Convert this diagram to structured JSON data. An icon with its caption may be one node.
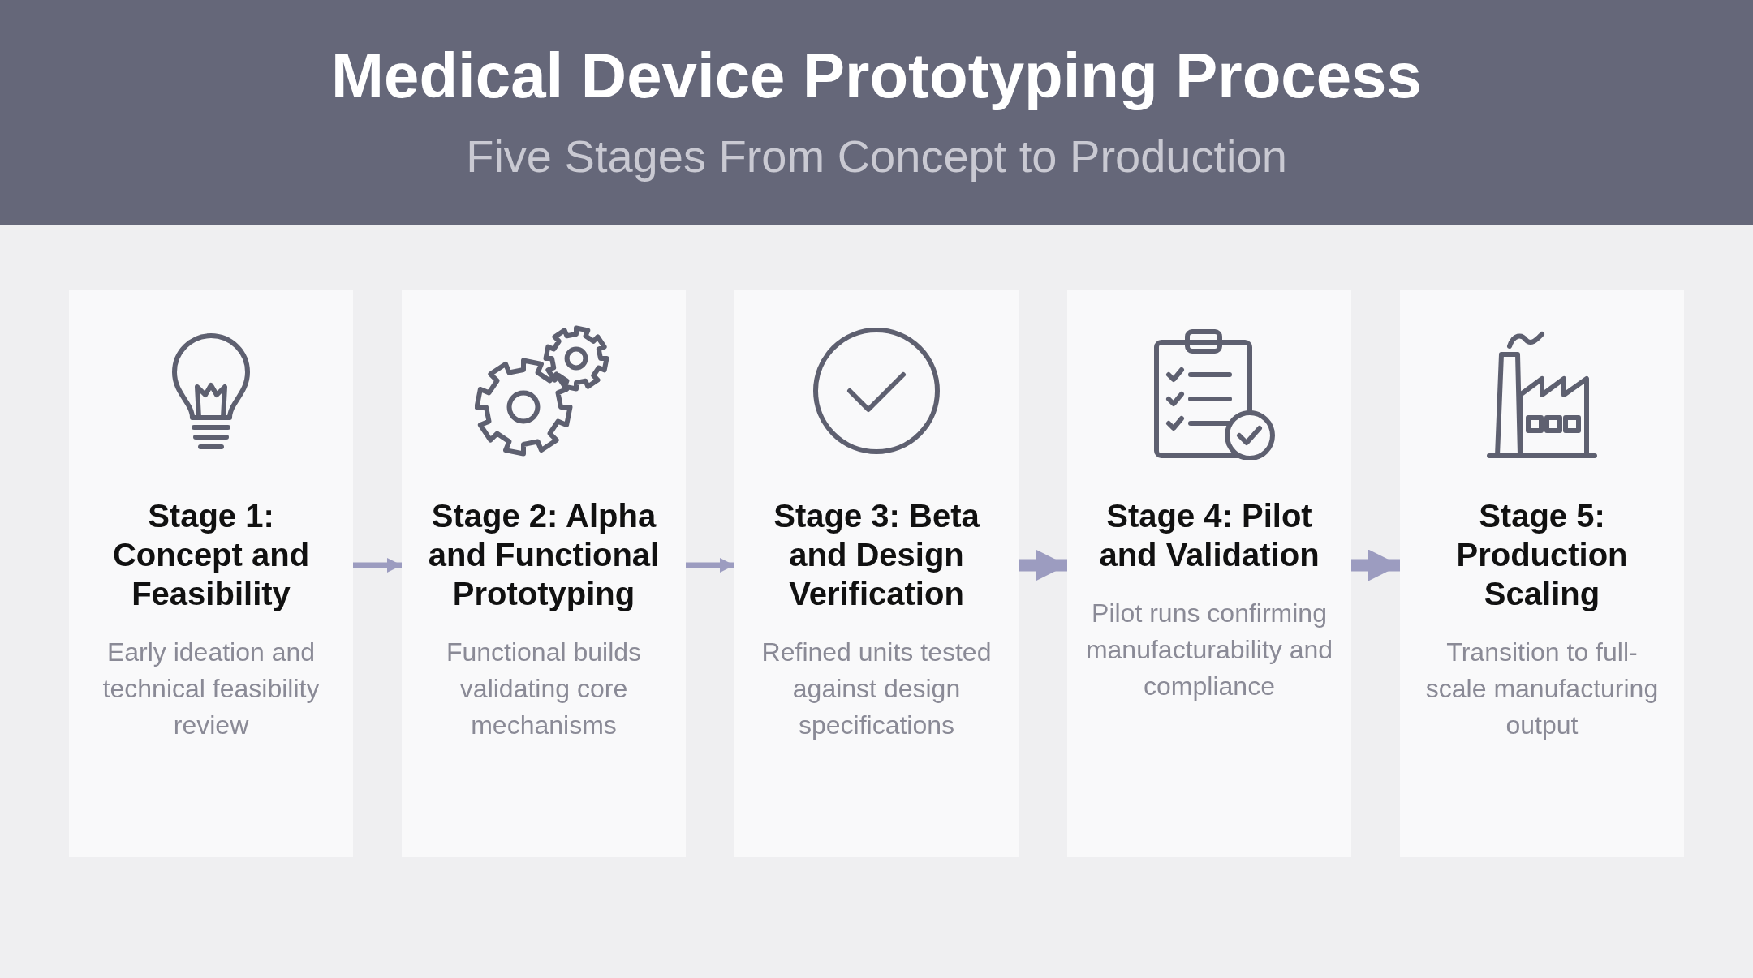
{
  "diagram": {
    "title": "Medical Device Prototyping Process",
    "caption": "Five Stages From Concept to Production",
    "nodes": [
      {
        "text": [
          "Stage 1: Concept and Feasibility",
          "Early ideation and technical feasibility review"
        ]
      },
      {
        "text": [
          "Stage 2: Alpha and Functional Prototyping",
          "Functional builds validating core mechanisms"
        ]
      },
      {
        "text": [
          "Stage 3: Beta and Design Verification",
          "Refined units tested against design specifications"
        ]
      },
      {
        "text": [
          "Stage 4: Pilot and Validation",
          "Pilot runs confirming manufacturability and compliance"
        ]
      },
      {
        "text": [
          "Stage 5: Production Scaling",
          "Transition to full-scale manufacturing output"
        ]
      }
    ],
    "edges": [
      {
        "from": 0,
        "to": 1,
        "arrow": "to"
      },
      {
        "from": 1,
        "to": 2,
        "arrow": "to"
      },
      {
        "from": 2,
        "to": 3,
        "arrow": "to",
        "style": "thick"
      },
      {
        "from": 3,
        "to": 4,
        "arrow": "to",
        "style": "thick"
      }
    ]
  }
}
